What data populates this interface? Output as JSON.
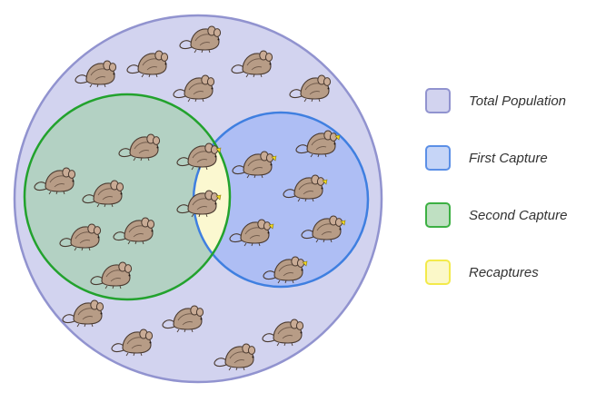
{
  "colors": {
    "total_fill": "#d2d3ef",
    "total_stroke": "#9193cf",
    "first_fill": "#aebef4",
    "first_stroke": "#3f7fe0",
    "second_fill": "#b3d1c3",
    "second_stroke": "#22a22d",
    "recapture_fill": "#fbf8d0",
    "mouse_body": "#b79c86",
    "mouse_outline": "#4a3a30",
    "tag": "#f0d820"
  },
  "icons": {
    "mouse": "mouse-icon",
    "tag": "ear-tag-icon"
  },
  "legend": [
    {
      "key": "total",
      "label": "Total Population",
      "fill": "#d2d3ef",
      "stroke": "#9193cf"
    },
    {
      "key": "first",
      "label": "First Capture",
      "fill": "#c6d5f7",
      "stroke": "#5b8fe6"
    },
    {
      "key": "second",
      "label": "Second Capture",
      "fill": "#bfe0c2",
      "stroke": "#3cb043"
    },
    {
      "key": "recapture",
      "label": "Recaptures",
      "fill": "#fbf8c8",
      "stroke": "#f3ea4a"
    }
  ]
}
